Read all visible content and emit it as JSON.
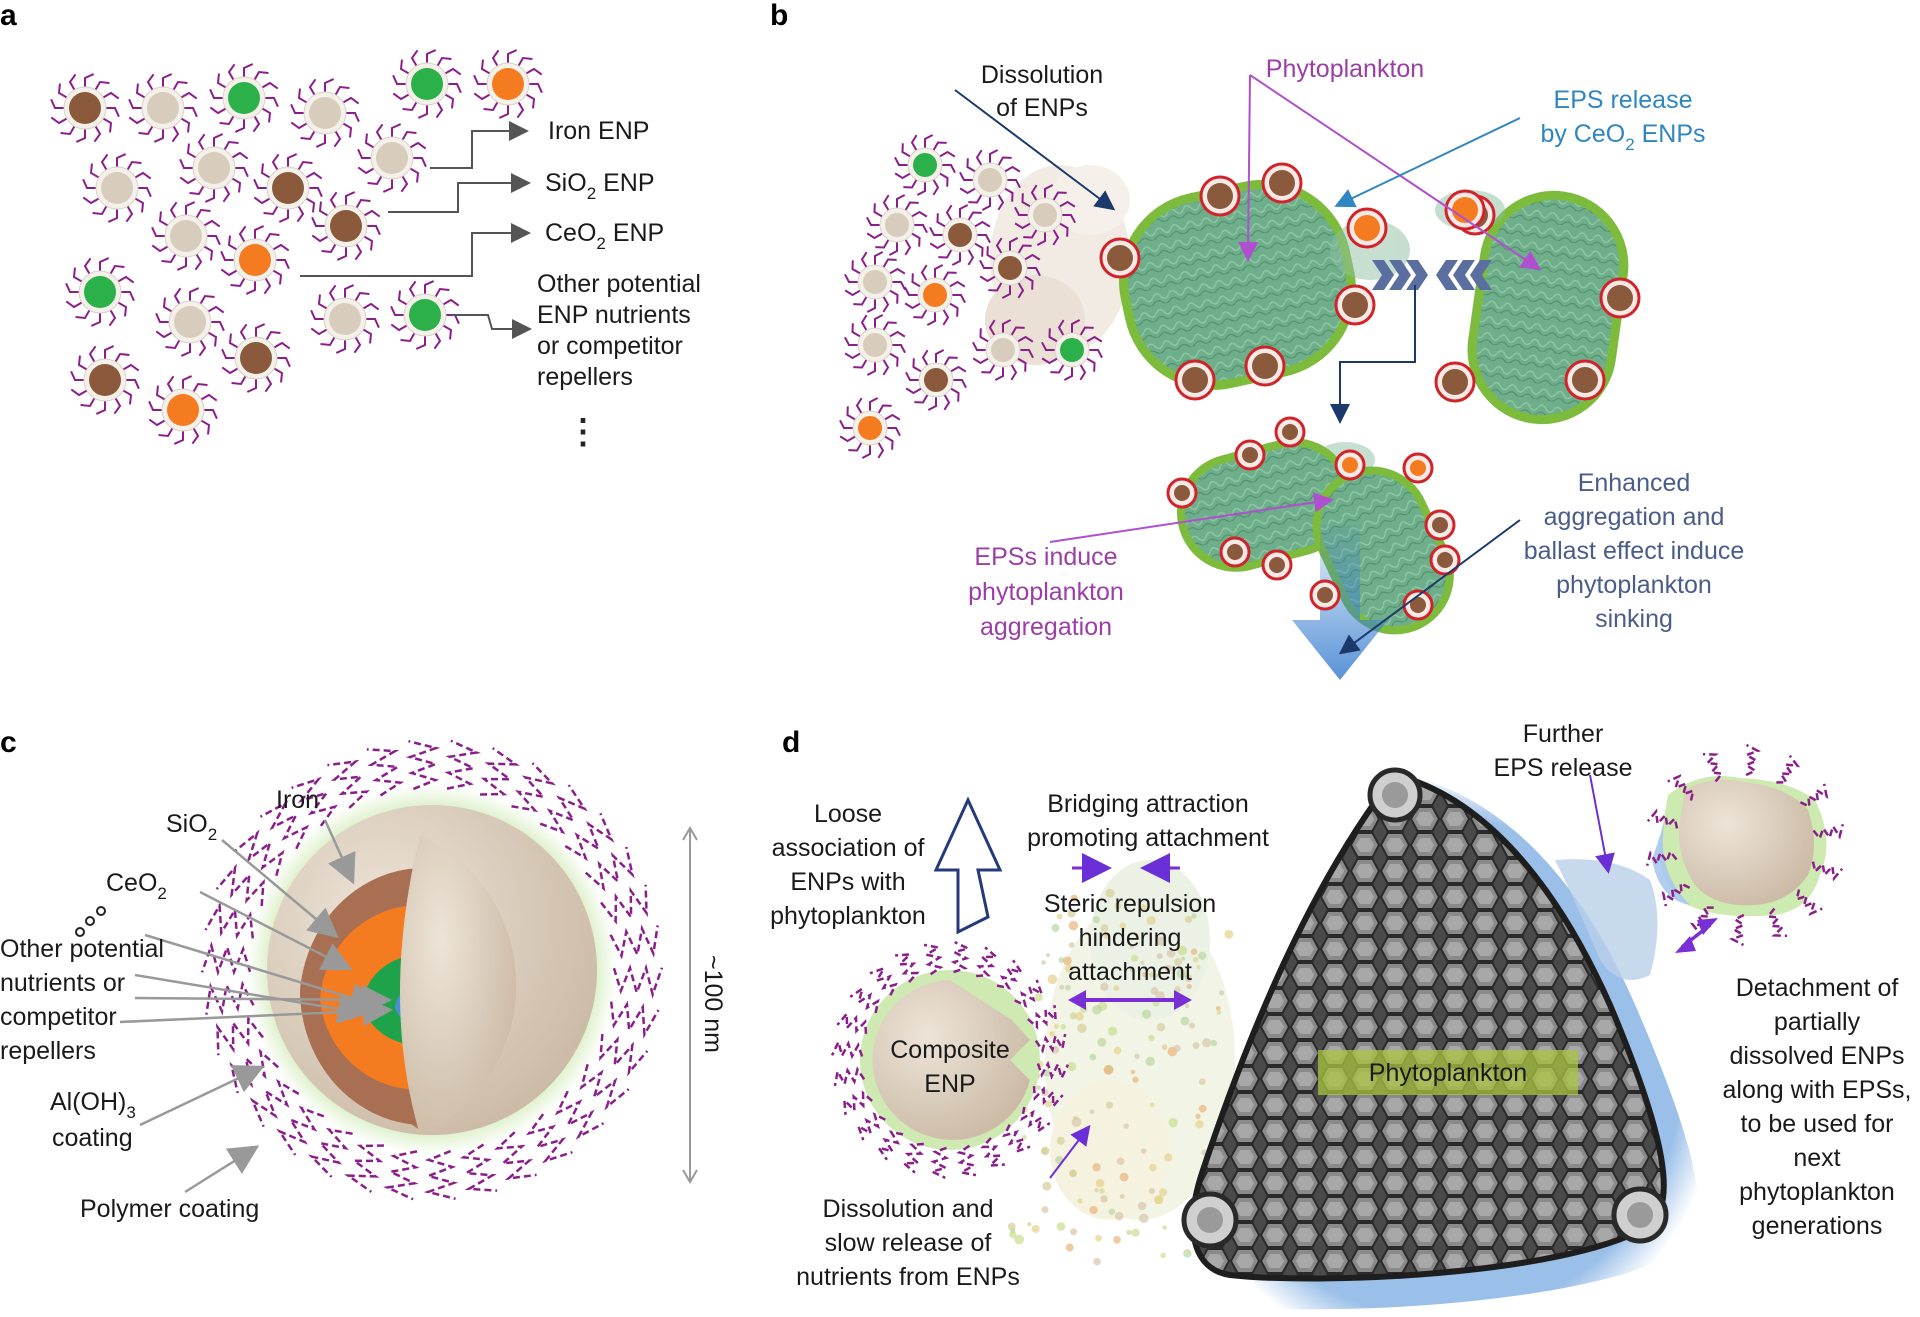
{
  "panels": {
    "a": "a",
    "b": "b",
    "c": "c",
    "d": "d"
  },
  "colors": {
    "iron": "#8b5a3c",
    "sio2": "#d8cdbd",
    "ceo2": "#f47b20",
    "green": "#2bb04a",
    "polymer": "#8a1f8a",
    "cell_fill": "#6aaa85",
    "cell_rim": "#7dbb3c",
    "arrow_purple": "#7a2fd6",
    "arrow_blue": "#1b3a6b",
    "eps_blue": "#9ec3e6"
  },
  "panel_a": {
    "iron_label": "Iron ENP",
    "sio2_label": "SiO",
    "sio2_sub": "2",
    "sio2_suffix": " ENP",
    "ceo2_label": "CeO",
    "ceo2_sub": "2",
    "ceo2_suffix": " ENP",
    "other_lines": [
      "Other potential",
      "ENP nutrients",
      "or competitor",
      "repellers"
    ],
    "ellipsis": "⋮"
  },
  "panel_b": {
    "dissolution_lines": [
      "Dissolution",
      "of ENPs"
    ],
    "phytoplankton": "Phytoplankton",
    "eps_release_line1": "EPS release",
    "eps_release_line2": "by CeO",
    "eps_release_sub": "2",
    "eps_release_suffix": " ENPs",
    "epss_induce_lines": [
      "EPSs induce",
      "phytoplankton",
      "aggregation"
    ],
    "enhanced_lines": [
      "Enhanced",
      "aggregation and",
      "ballast effect induce",
      "phytoplankton",
      "sinking"
    ]
  },
  "panel_c": {
    "iron": "Iron",
    "sio2": "SiO",
    "sio2_sub": "2",
    "ceo2": "CeO",
    "ceo2_sub": "2",
    "other_lines": [
      "Other potential",
      "nutrients or",
      "competitor",
      "repellers"
    ],
    "aloh_line1": "Al(OH)",
    "aloh_sub": "3",
    "aloh_line2": "coating",
    "polymer": "Polymer coating",
    "size": "~100 nm"
  },
  "panel_d": {
    "further_lines": [
      "Further",
      "EPS release"
    ],
    "loose_lines": [
      "Loose",
      "association of",
      "ENPs with",
      "phytoplankton"
    ],
    "bridging_lines": [
      "Bridging attraction",
      "promoting attachment"
    ],
    "steric_lines": [
      "Steric repulsion",
      "hindering",
      "attachment"
    ],
    "composite_lines": [
      "Composite",
      "ENP"
    ],
    "phytoplankton": "Phytoplankton",
    "dissolution_lines": [
      "Dissolution and",
      "slow release of",
      "nutrients from ENPs"
    ],
    "detachment_lines": [
      "Detachment of",
      "partially",
      "dissolved ENPs",
      "along with EPSs,",
      "to be used for",
      "next",
      "phytoplankton",
      "generations"
    ]
  }
}
